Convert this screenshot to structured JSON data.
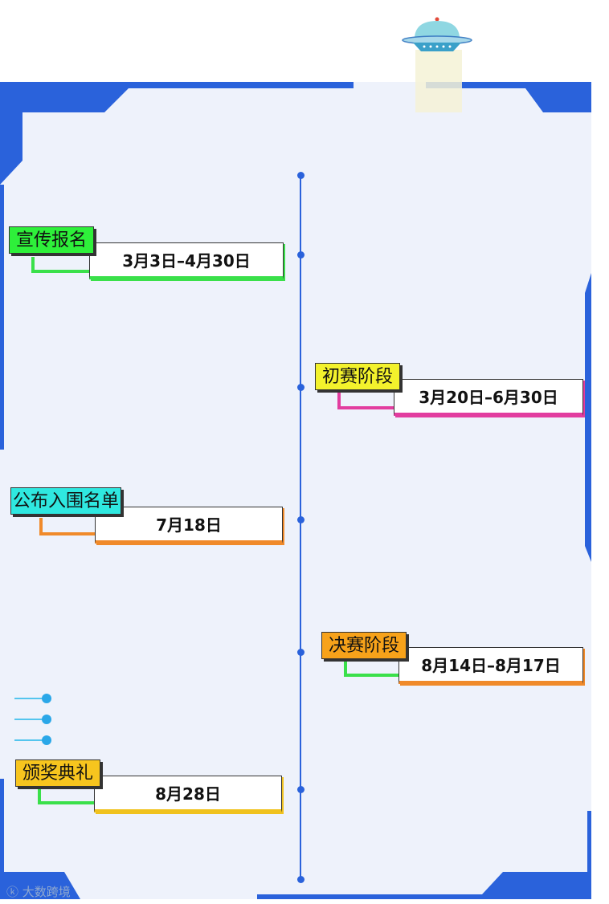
{
  "events": [
    {
      "label": "宣传报名",
      "date": "3月3日–4月30日",
      "tag_color": "#2ef03a",
      "accent": "#3ae04a"
    },
    {
      "label": "初赛阶段",
      "date": "3月20日–6月30日",
      "tag_color": "#f3f22c",
      "accent": "#e23d9f"
    },
    {
      "label": "公布入围名单",
      "date": "7月18日",
      "tag_color": "#2fe8e0",
      "accent": "#f08a2a"
    },
    {
      "label": "决赛阶段",
      "date": "8月14日–8月17日",
      "tag_color": "#f7a21a",
      "accent": "#f08a2a"
    },
    {
      "label": "颁奖典礼",
      "date": "8月28日",
      "tag_color": "#f7c51e",
      "accent": "#f0c21e"
    }
  ],
  "watermark": "大数跨境",
  "colors": {
    "frame": "#2a62db",
    "panel": "#eef2fb",
    "timeline": "#2a62db"
  },
  "icons": [
    "ufo-icon"
  ]
}
